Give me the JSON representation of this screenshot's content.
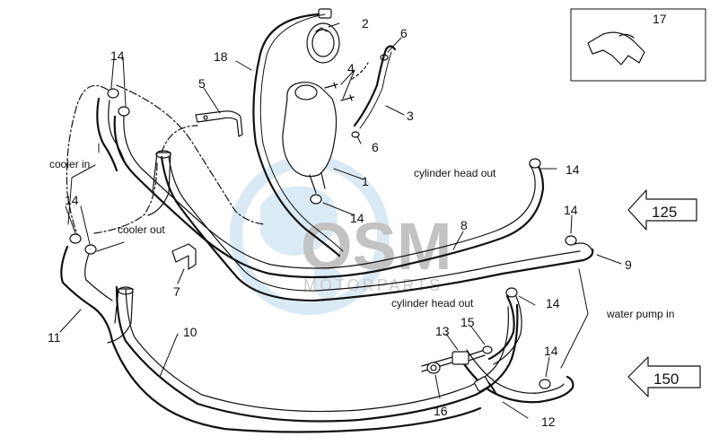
{
  "watermark": {
    "brand": "OSM",
    "sub": "MOTORPARTS"
  },
  "arrows": [
    {
      "id": "arrow-125",
      "label": "125"
    },
    {
      "id": "arrow-150",
      "label": "150"
    }
  ],
  "text_labels": {
    "cooler_in": "cooler in",
    "cooler_out": "cooler out",
    "cylinder_head_out_1": "cylinder head out",
    "cylinder_head_out_2": "cylinder head out",
    "water_pump_in": "water pump in"
  },
  "callouts": {
    "c1": "1",
    "c2": "2",
    "c3": "3",
    "c4": "4",
    "c5": "5",
    "c6a": "6",
    "c6b": "6",
    "c7": "7",
    "c8": "8",
    "c9": "9",
    "c10": "10",
    "c11": "11",
    "c12": "12",
    "c13": "13",
    "c14a": "14",
    "c14b": "14",
    "c14c": "14",
    "c14d": "14",
    "c14e": "14",
    "c14f": "14",
    "c14g": "14",
    "c15": "15",
    "c16": "16",
    "c17": "17",
    "c18": "18"
  },
  "colors": {
    "line": "#111111",
    "watermark_blue": "#c9dff0",
    "watermark_gray": "#b8b8b8"
  }
}
